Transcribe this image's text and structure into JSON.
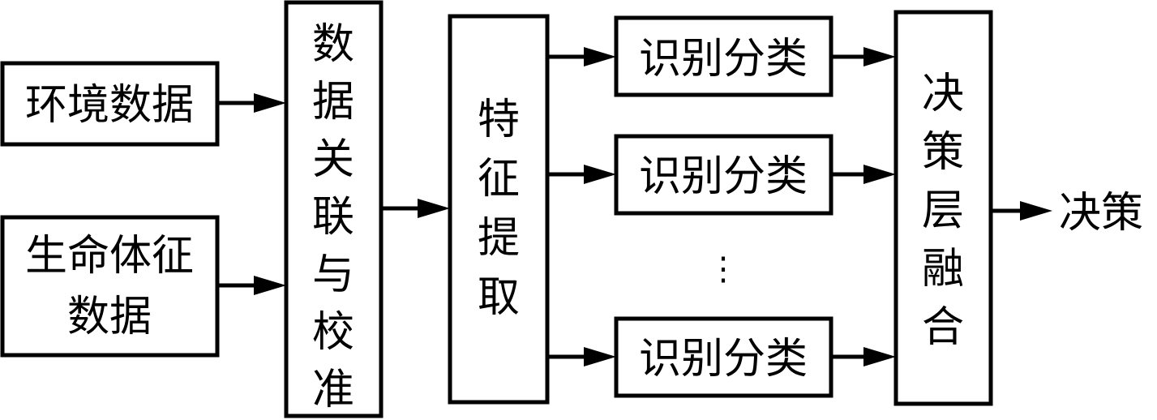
{
  "nodes": {
    "env_data": "环境数据",
    "vital_data_line1": "生命体征",
    "vital_data_line2": "数据",
    "correlate_calibrate": "数据关联与校准",
    "feature_extract": "特征提取",
    "classify_1": "识别分类",
    "classify_2": "识别分类",
    "classify_3": "识别分类",
    "ellipsis": "⋮",
    "decision_fusion": "决策层融合",
    "output": "决策"
  }
}
